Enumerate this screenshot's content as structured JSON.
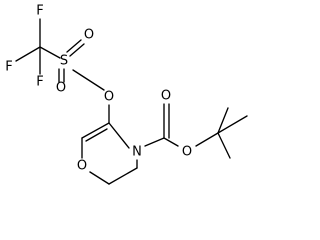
{
  "molecule": {
    "atoms": {
      "f_top": "F",
      "f_left": "F",
      "f_bottom": "F",
      "s": "S",
      "o_sulfonyl_top": "O",
      "o_sulfonyl_bottom": "O",
      "o_ester": "O",
      "n_ring": "N",
      "o_ring": "O",
      "o_carbonyl": "O",
      "o_boc": "O"
    }
  }
}
